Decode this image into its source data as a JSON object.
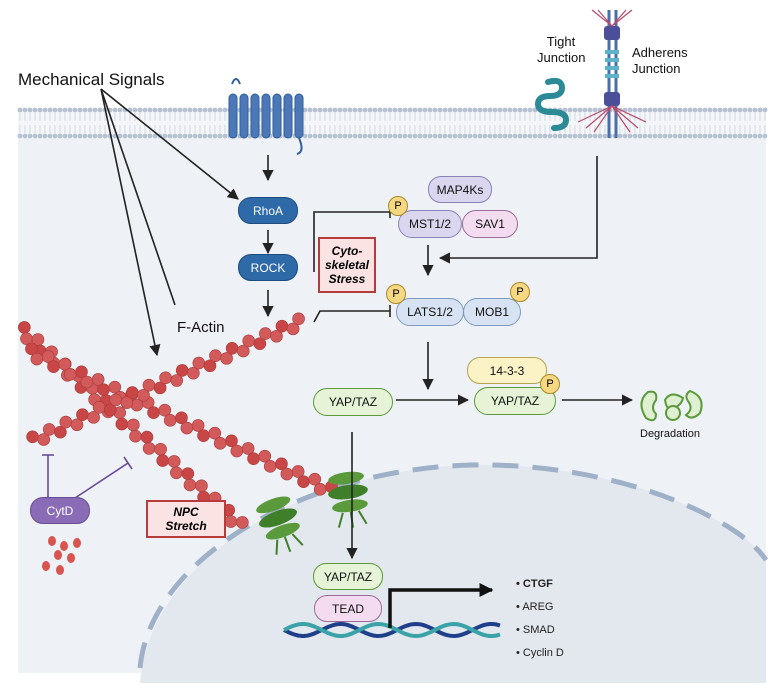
{
  "labels": {
    "mechanical_signals": "Mechanical Signals",
    "tight_junction": [
      "Tight",
      "Junction"
    ],
    "adherens_junction": [
      "Adherens",
      "Junction"
    ],
    "f_actin": "F-Actin",
    "degradation": "Degradation"
  },
  "proteins": {
    "rhoa": "RhoA",
    "rock": "ROCK",
    "map4ks": "MAP4Ks",
    "mst12": "MST1/2",
    "sav1": "SAV1",
    "lats12": "LATS1/2",
    "mob1": "MOB1",
    "yap_taz_cyto": "YAP/TAZ",
    "yap_taz_phos": "YAP/TAZ",
    "protein_1433": "14-3-3",
    "yap_taz_nuc": "YAP/TAZ",
    "tead": "TEAD",
    "cytd": "CytD",
    "phospho": "P"
  },
  "stress_boxes": {
    "cytoskeletal": [
      "Cyto-",
      "skeletal",
      "Stress"
    ],
    "npc": [
      "NPC",
      "Stretch"
    ]
  },
  "target_genes": [
    "CTGF",
    "AREG",
    "SMAD",
    "Cyclin D"
  ],
  "colors": {
    "membrane": "#b6c1d2",
    "cytoplasm": "#eef1f6",
    "nucleus": "#e4e8ee",
    "actin": "#d25a5a",
    "blue_protein": "#2f6aa8",
    "arrow": "#222222"
  }
}
